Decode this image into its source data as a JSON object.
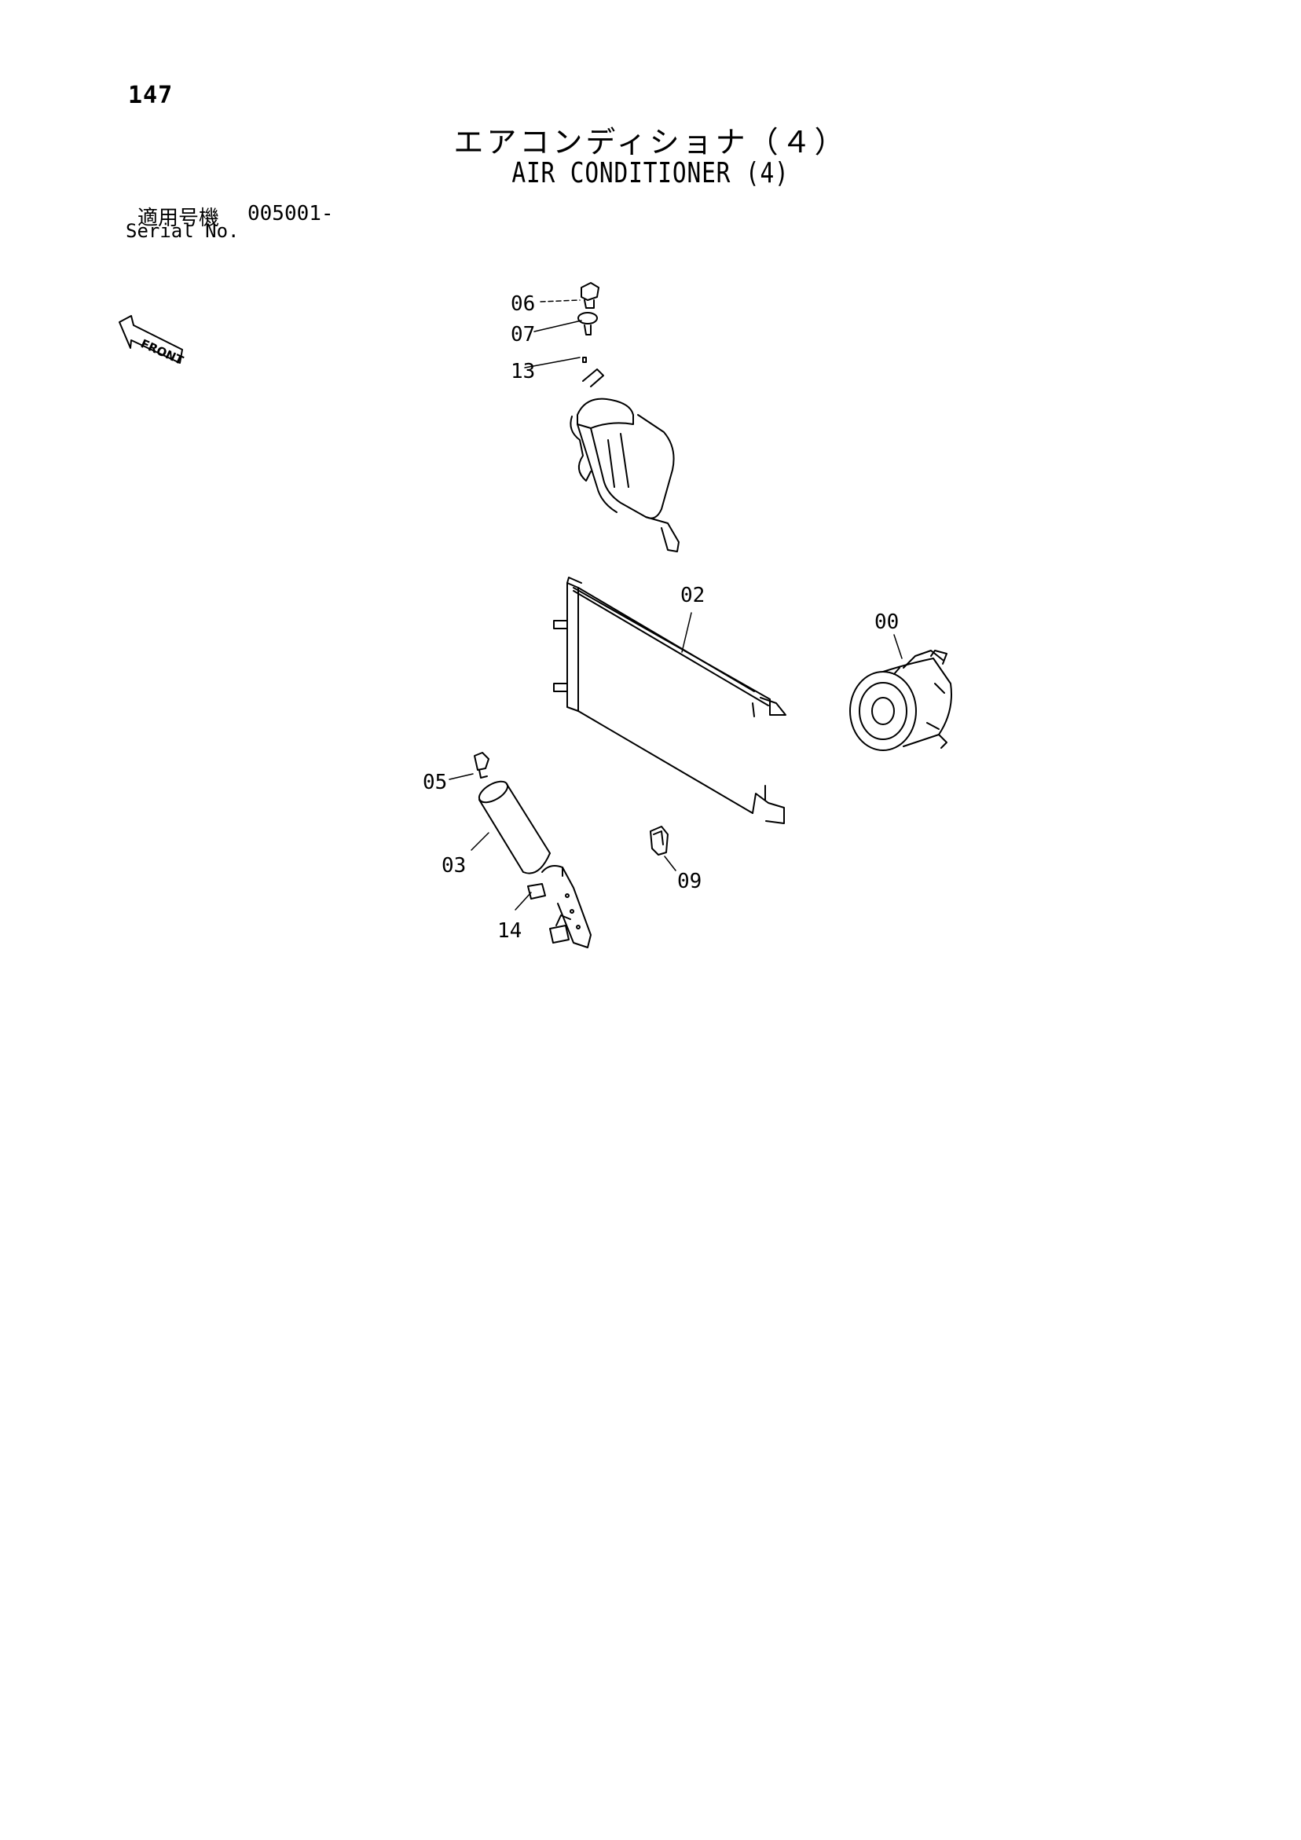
{
  "page": {
    "number": "147",
    "title_jp": "エアコンディショナ（４）",
    "title_en": "AIR CONDITIONER (4)",
    "serial_label_jp": "適用号機",
    "serial_value": "005001-",
    "serial_label_en": "Serial No."
  },
  "diagram": {
    "front_label": "FRONT",
    "callouts": [
      "06",
      "07",
      "13",
      "02",
      "00",
      "05",
      "03",
      "14",
      "09"
    ]
  }
}
